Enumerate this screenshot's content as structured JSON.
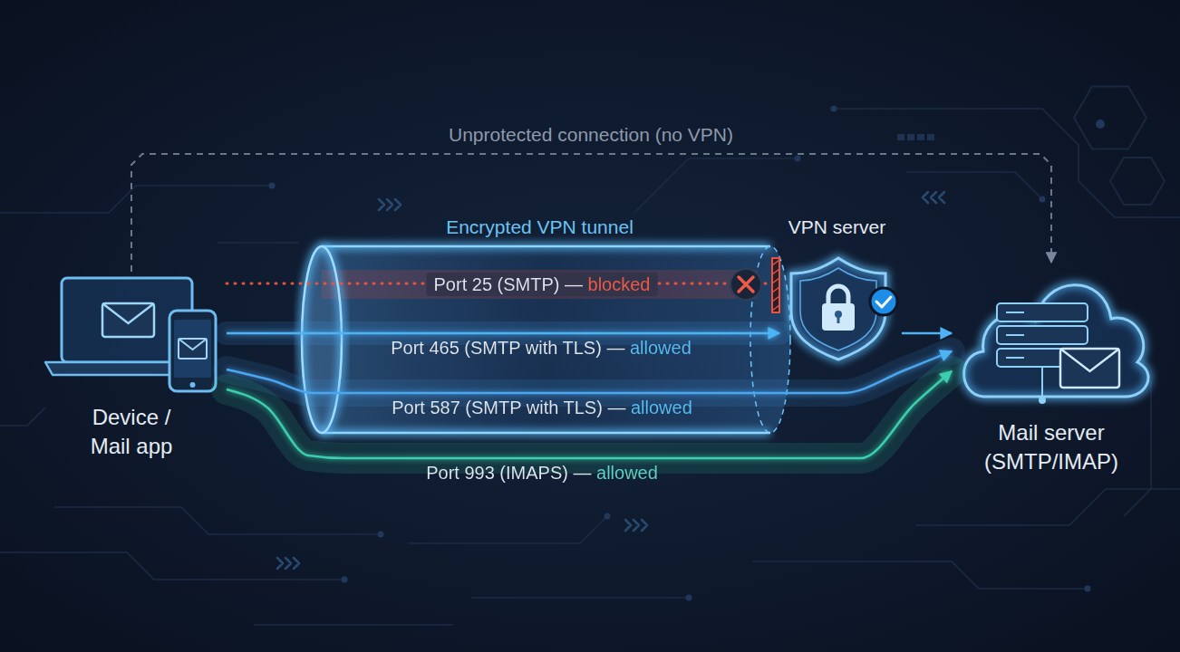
{
  "diagram": {
    "nodes": [
      {
        "text": [
          "Device / Mail app"
        ]
      },
      {
        "text": [
          "Encrypted VPN tunnel"
        ]
      },
      {
        "text": [
          "VPN server"
        ]
      },
      {
        "text": [
          "Mail server (SMTP/IMAP)"
        ]
      }
    ],
    "edges": [
      {
        "from": 0,
        "to": 3,
        "arrow": "to",
        "label": "Unprotected connection (no VPN)"
      },
      {
        "from": 0,
        "to": 1,
        "arrow": "none",
        "label": "Port 25 (SMTP) — blocked"
      },
      {
        "from": 0,
        "to": 2,
        "arrow": "to",
        "label": "Port 465 (SMTP with TLS) — allowed"
      },
      {
        "from": 0,
        "to": 3,
        "arrow": "to",
        "label": "Port 587 (SMTP with TLS) — allowed"
      },
      {
        "from": 0,
        "to": 3,
        "arrow": "to",
        "label": "Port 993 (IMAPS) — allowed"
      },
      {
        "from": 2,
        "to": 3,
        "arrow": "to"
      }
    ]
  }
}
